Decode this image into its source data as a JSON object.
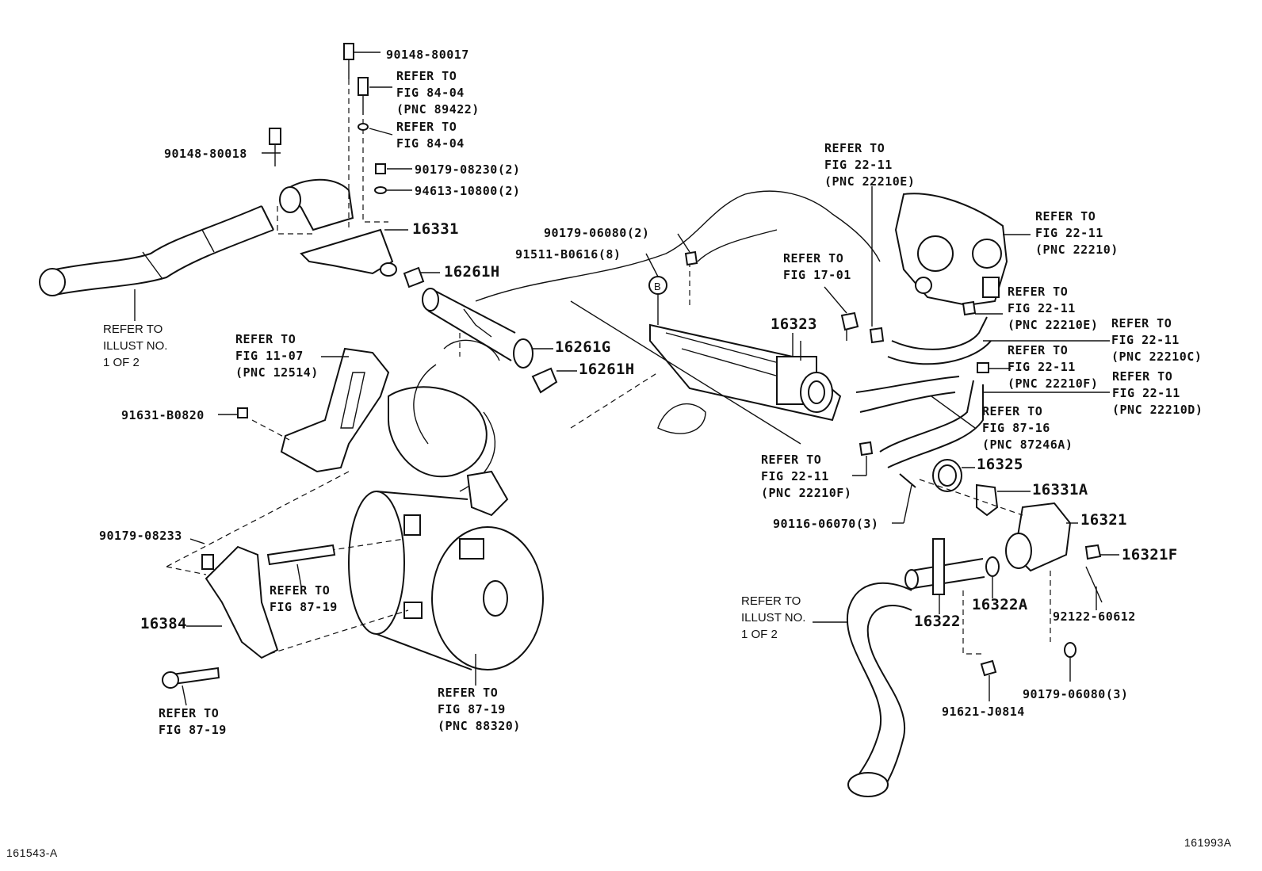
{
  "labels": {
    "l_90148_80017": "90148-80017",
    "l_refer_84_04_a": "REFER TO\nFIG 84-04\n(PNC 89422)",
    "l_refer_84_04_b": "REFER TO\nFIG 84-04",
    "l_90148_80018": "90148-80018",
    "l_90179_08230": "90179-08230(2)",
    "l_94613_10800": "94613-10800(2)",
    "l_16331": "16331",
    "l_16261H_a": "16261H",
    "l_refer_illust_left": "REFER TO\nILLUST NO.\n1 OF 2",
    "l_90179_06080_2": "90179-06080(2)",
    "l_91511_B0616": "91511-B0616(8)",
    "l_16261G": "16261G",
    "l_16261H_b": "16261H",
    "l_refer_11_07": "REFER TO\nFIG 11-07\n(PNC 12514)",
    "l_91631_B0820": "91631-B0820",
    "l_90179_08233": "90179-08233",
    "l_refer_87_19_a": "REFER TO\nFIG 87-19",
    "l_16384": "16384",
    "l_refer_87_19_b": "REFER TO\nFIG 87-19",
    "l_refer_87_19_c": "REFER TO\nFIG 87-19\n(PNC 88320)",
    "l_refer_22_11_E": "REFER TO\nFIG 22-11\n(PNC 22210E)",
    "l_refer_22_11_main": "REFER TO\nFIG 22-11\n(PNC 22210)",
    "l_refer_17_01": "REFER TO\nFIG 17-01",
    "l_16323": "16323",
    "l_refer_22_11_E2": "REFER TO\nFIG 22-11\n(PNC 22210E)",
    "l_refer_22_11_C": "REFER TO\nFIG 22-11\n(PNC 22210C)",
    "l_refer_22_11_F1": "REFER TO\nFIG 22-11\n(PNC 22210F)",
    "l_refer_22_11_D": "REFER TO\nFIG 22-11\n(PNC 22210D)",
    "l_refer_87_16": "REFER TO\nFIG 87-16\n(PNC 87246A)",
    "l_refer_22_11_F2": "REFER TO\nFIG 22-11\n(PNC 22210F)",
    "l_16325": "16325",
    "l_16331A": "16331A",
    "l_90116_06070": "90116-06070(3)",
    "l_16321": "16321",
    "l_16321F": "16321F",
    "l_refer_illust_right": "REFER TO\nILLUST NO.\n1 OF 2",
    "l_16322": "16322",
    "l_16322A": "16322A",
    "l_92122_60612": "92122-60612",
    "l_91621_J0814": "91621-J0814",
    "l_90179_06080_3": "90179-06080(3)",
    "l_marker_b": "B",
    "l_footer_left": "161543-A",
    "l_footer_right": "161993A"
  }
}
